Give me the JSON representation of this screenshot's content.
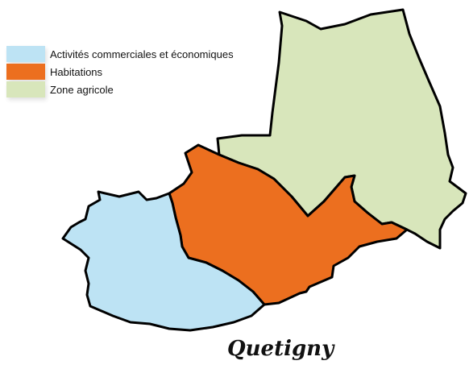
{
  "map": {
    "title": "Quetigny",
    "legend": [
      {
        "label": "Activités commerciales et économiques",
        "color": "#bde3f4"
      },
      {
        "label": "Habitations",
        "color": "#ec6f1f"
      },
      {
        "label": "Zone agricole",
        "color": "#d8e6bb"
      }
    ],
    "zones": {
      "commercial": {
        "color": "#bde3f4"
      },
      "housing": {
        "color": "#ec6f1f"
      },
      "agricultural": {
        "color": "#d8e6bb"
      }
    }
  }
}
